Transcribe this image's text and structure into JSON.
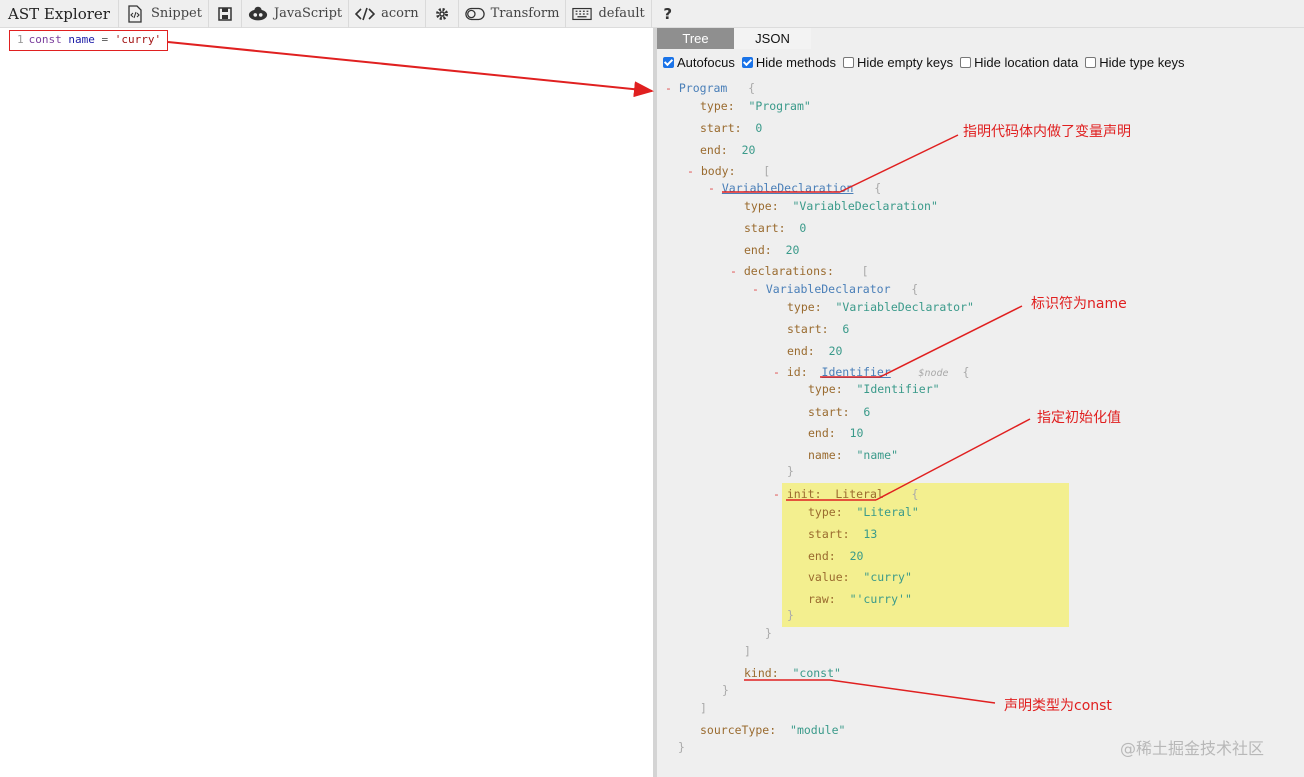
{
  "toolbar": {
    "brand": "AST Explorer",
    "items": [
      {
        "label": "Snippet",
        "icon": "snippet-icon"
      },
      {
        "label": "",
        "icon": "save-icon"
      },
      {
        "label": "JavaScript",
        "icon": "language-icon"
      },
      {
        "label": "acorn",
        "icon": "code-icon"
      },
      {
        "label": "",
        "icon": "gear-icon"
      },
      {
        "label": "Transform",
        "icon": "toggle-icon"
      },
      {
        "label": "default",
        "icon": "keyboard-icon"
      },
      {
        "label": "",
        "icon": "help-icon"
      }
    ],
    "help_symbol": "?"
  },
  "editor": {
    "line_number": "1",
    "keyword": "const",
    "identifier": "name",
    "operator": "=",
    "string": "'curry'"
  },
  "tabs": [
    {
      "label": "Tree",
      "active": true
    },
    {
      "label": "JSON",
      "active": false
    }
  ],
  "options": [
    {
      "label": "Autofocus",
      "checked": true
    },
    {
      "label": "Hide methods",
      "checked": true
    },
    {
      "label": "Hide empty keys",
      "checked": false
    },
    {
      "label": "Hide location data",
      "checked": false
    },
    {
      "label": "Hide type keys",
      "checked": false
    }
  ],
  "tree": {
    "program": "Program",
    "type_label": "type:",
    "start_label": "start:",
    "end_label": "end:",
    "program_type": "\"Program\"",
    "program_start": "0",
    "program_end": "20",
    "body_label": "body:",
    "var_decl": "VariableDeclaration",
    "var_decl_type": "\"VariableDeclaration\"",
    "var_decl_start": "0",
    "var_decl_end": "20",
    "declarations_label": "declarations:",
    "var_declarator": "VariableDeclarator",
    "var_declarator_type": "\"VariableDeclarator\"",
    "var_declarator_start": "6",
    "var_declarator_end": "20",
    "id_label": "id:",
    "identifier": "Identifier",
    "node_hint": "$node",
    "identifier_type": "\"Identifier\"",
    "identifier_start": "6",
    "identifier_end": "10",
    "name_label": "name:",
    "identifier_name": "\"name\"",
    "init_label": "init:",
    "literal": "Literal",
    "literal_type": "\"Literal\"",
    "literal_start": "13",
    "literal_end": "20",
    "value_label": "value:",
    "literal_value": "\"curry\"",
    "raw_label": "raw:",
    "literal_raw": "\"'curry'\"",
    "kind_label": "kind:",
    "kind_value": "\"const\"",
    "source_type_label": "sourceType:",
    "source_type_value": "\"module\""
  },
  "annotations": {
    "declaration": "指明代码体内做了变量声明",
    "identifier": "标识符为name",
    "init": "指定初始化值",
    "kind": "声明类型为const"
  },
  "watermark": "@稀土掘金技术社区",
  "colors": {
    "annotation": "#e02020",
    "highlight": "#f3ef8f",
    "node": "#4a7fb8",
    "key": "#9a6b2f",
    "value": "#3a9a8a"
  }
}
